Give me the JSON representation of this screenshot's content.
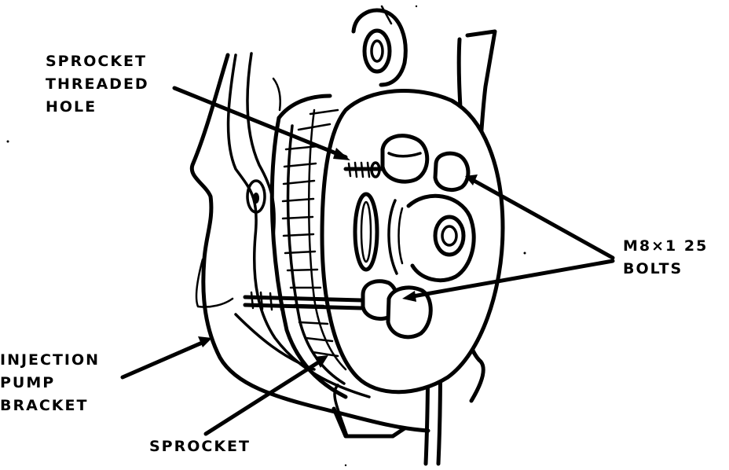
{
  "diagram": {
    "labels": {
      "threaded_hole": [
        "SPROCKET",
        "THREADED",
        "HOLE"
      ],
      "bolts": [
        "M8×1 25",
        "BOLTS"
      ],
      "pump_bracket": [
        "INJECTION",
        "PUMP",
        "BRACKET"
      ],
      "sprocket": "SPROCKET"
    },
    "colors": {
      "ink": "#000000",
      "paper": "#ffffff"
    }
  }
}
